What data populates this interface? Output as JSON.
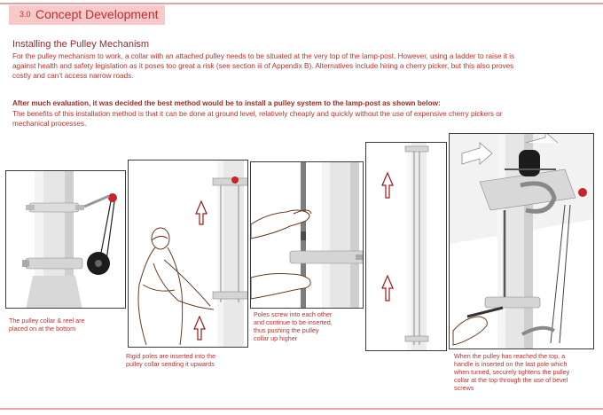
{
  "header": {
    "number": "3.0",
    "title": "Concept Development"
  },
  "section": {
    "title": "Installing the Pulley Mechanism",
    "para1_line1": "For the pulley mechanism to work, a collar with an attached pulley needs to be situated at the very top of the lamp-post. However, using a ladder to raise it is",
    "para1_line2": "against health and safety legislation as it poses too great a risk (see section iii of Appendix B). Alternatives include hiring a cherry picker, but this also proves",
    "para1_line3": "costly and can’t access narrow roads.",
    "para2_bold": "After much evaluation, it was decided the best method would be to install a pulley system to the lamp-post as shown below:",
    "para3_line1": "The benefits of this installation method is that it can be done at ground level, relatively cheaply and quickly without the use of expensive cherry pickers or",
    "para3_line2": "mechanical processes."
  },
  "captions": {
    "c1_l1": "The pulley collar & reel are",
    "c1_l2": "placed on at the bottom",
    "c2_l1": "Rigid poles are inserted into the",
    "c2_l2": "pulley collar sending it upwards",
    "c3_l1": "Poles screw into each other",
    "c3_l2": "and continue to be inserted,",
    "c3_l3": "thus pushing the pulley",
    "c3_l4": "collar up higher",
    "c4_l1": "When the pulley has reached the top, a",
    "c4_l2": "handle is inserted on the last pole which",
    "c4_l3": "when turned, securely tightens the pulley",
    "c4_l4": "collar at the top through the use of bevel",
    "c4_l5": "screws"
  },
  "colors": {
    "accent": "#b8312f",
    "header_fill": "#f7c9c9",
    "rule": "#e8a0a0"
  }
}
